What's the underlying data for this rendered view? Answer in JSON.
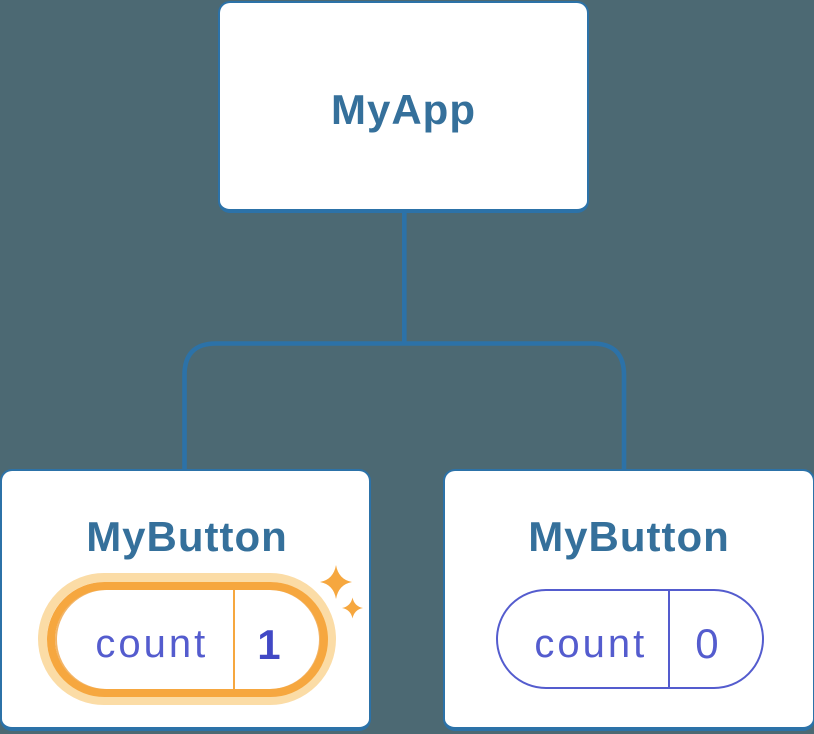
{
  "diagram": {
    "description": "React component tree with state",
    "root": {
      "label": "MyApp"
    },
    "children": [
      {
        "label": "MyButton",
        "state": {
          "name": "count",
          "value": "1"
        },
        "highlighted": true
      },
      {
        "label": "MyButton",
        "state": {
          "name": "count",
          "value": "0"
        },
        "highlighted": false
      }
    ]
  },
  "colors": {
    "background": "#4C6973",
    "card_fill": "#FFFFFF",
    "card_border": "#2C72A8",
    "title_text": "#35709B",
    "connector": "#2C72A8",
    "state_indigo": "#545CCE",
    "state_value_bold": "#4148C5",
    "highlight_orange": "#F6A73F",
    "highlight_glow": "#FBDCA6",
    "highlight_border_soft": "#F2B569"
  }
}
